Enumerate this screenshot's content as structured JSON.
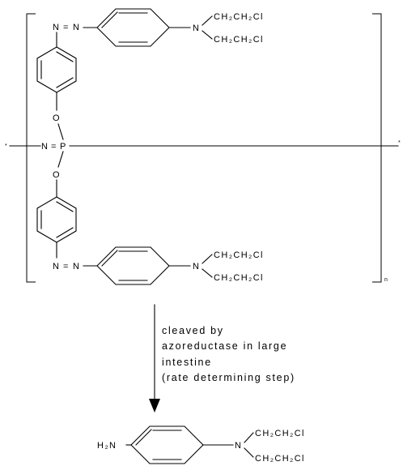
{
  "labels": {
    "azo_n_left": "N",
    "azo_eq": "=",
    "azo_n_right": "N",
    "amine_n": "N",
    "chain_upper": "CH2CH2Cl",
    "chain_lower": "CH2CH2Cl",
    "chain_upper_text": "CH₂CH₂Cl",
    "chain_lower_text": "CH₂CH₂Cl",
    "oxygen": "O",
    "phosphazene_n": "N",
    "phosphazene_eq": "=",
    "phosphorus": "P",
    "end_star": "*",
    "repeat_subscript": "n"
  },
  "annotation": {
    "line1": "cleaved by",
    "line2": "azoreductase in large",
    "line3": "intestine",
    "line4": "(rate determining step)"
  },
  "product": {
    "amine": "H2N",
    "amine_h": "H",
    "amine_sub": "2",
    "amine_n": "N",
    "amine_text": "H₂N",
    "nitrogen": "N",
    "chain_upper_text": "CH₂CH₂Cl",
    "chain_lower_text": "CH₂CH₂Cl"
  }
}
